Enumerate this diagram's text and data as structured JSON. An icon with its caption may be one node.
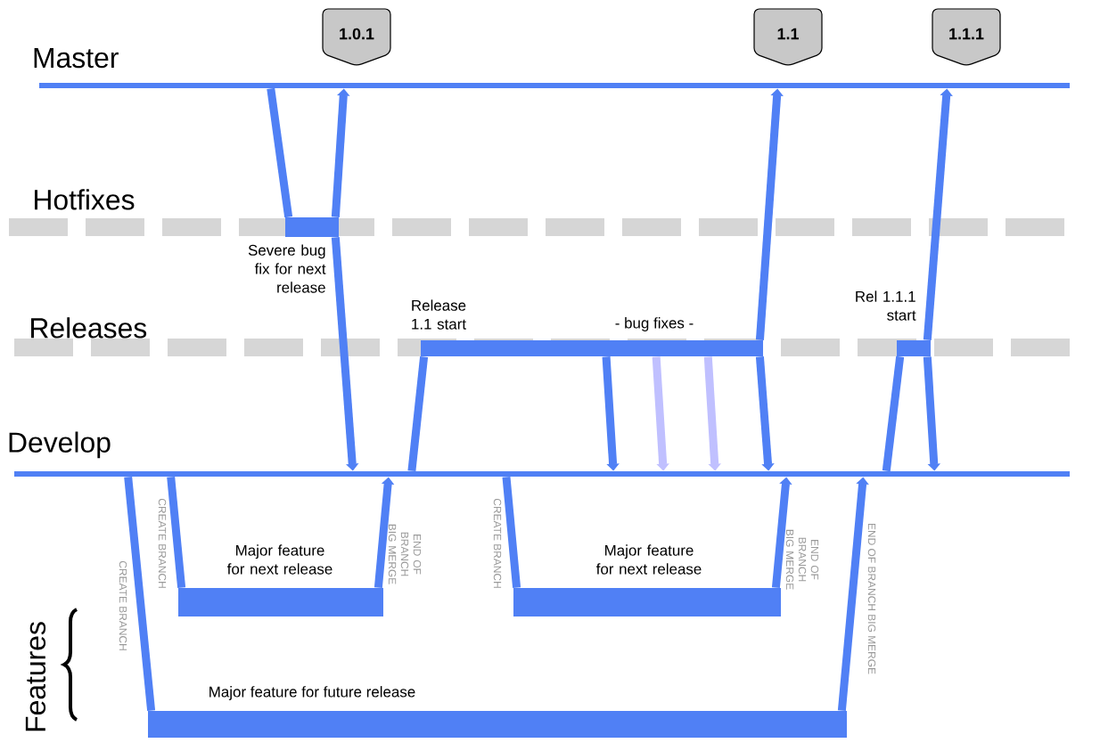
{
  "diagram": {
    "nodes": [
      {
        "text": [
          "Master"
        ]
      },
      {
        "text": [
          "Develop"
        ]
      },
      {
        "text": [
          "1.0.1"
        ]
      },
      {
        "text": [
          "1.1"
        ]
      },
      {
        "text": [
          "1.1.1"
        ]
      },
      {
        "text": [],
        "shape": "bar",
        "beside": [
          "Severe bug fix for next release"
        ]
      },
      {
        "text": [],
        "shape": "bar",
        "beside": [
          "Release 1.1 start",
          "- bug fixes -"
        ]
      },
      {
        "text": [],
        "shape": "bar",
        "beside": [
          "Rel 1.1.1 start"
        ]
      },
      {
        "text": [],
        "shape": "bar",
        "beside": [
          "Major feature for next release"
        ]
      },
      {
        "text": [],
        "shape": "bar",
        "beside": [
          "Major feature for next release"
        ]
      },
      {
        "text": [],
        "shape": "bar",
        "beside": [
          "Major feature for future release"
        ]
      }
    ],
    "edges": [
      {
        "from": 0,
        "to": 5,
        "arrow": "none"
      },
      {
        "from": 5,
        "to": 0,
        "arrow": "to"
      },
      {
        "from": 5,
        "to": 1,
        "arrow": "to"
      },
      {
        "from": 1,
        "to": 6,
        "arrow": "none"
      },
      {
        "from": 6,
        "to": 0,
        "arrow": "to"
      },
      {
        "from": 6,
        "to": 1,
        "arrow": "to"
      },
      {
        "from": 6,
        "to": 1,
        "arrow": "to"
      },
      {
        "from": 6,
        "to": 1,
        "arrow": "to",
        "color": "#c0c0ff"
      },
      {
        "from": 6,
        "to": 1,
        "arrow": "to",
        "color": "#c0c0ff"
      },
      {
        "from": 1,
        "to": 7,
        "arrow": "none"
      },
      {
        "from": 7,
        "to": 0,
        "arrow": "to"
      },
      {
        "from": 7,
        "to": 1,
        "arrow": "to"
      },
      {
        "from": 1,
        "to": 8,
        "arrow": "none",
        "label": "CREATE BRANCH"
      },
      {
        "from": 8,
        "to": 1,
        "arrow": "to",
        "label": "END OF BRANCH BIG MERGE"
      },
      {
        "from": 1,
        "to": 9,
        "arrow": "none",
        "label": "CREATE BRANCH"
      },
      {
        "from": 9,
        "to": 1,
        "arrow": "to",
        "label": "END OF BRANCH BIG MERGE"
      },
      {
        "from": 1,
        "to": 10,
        "arrow": "none",
        "label": "CREATE BRANCH"
      },
      {
        "from": 10,
        "to": 1,
        "arrow": "to",
        "label": "END OF BRANCH BIG MERGE"
      }
    ],
    "labels": [
      "Hotfixes",
      "Releases",
      "Features"
    ]
  }
}
